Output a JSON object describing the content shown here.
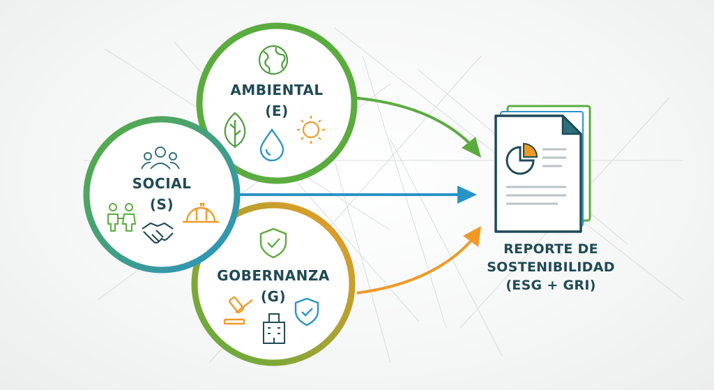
{
  "nodes": {
    "ambiental": {
      "title": "AMBIENTAL",
      "code": "(E)",
      "color": "#5aac3e"
    },
    "social": {
      "title": "SOCIAL",
      "code": "(S)",
      "color": "#2a93c6"
    },
    "gobernanza": {
      "title": "GOBERNANZA",
      "code": "(G)",
      "color": "#ef9a26"
    }
  },
  "report": {
    "line1": "REPORTE DE",
    "line2": "SOSTENIBILIDAD",
    "line3": "(ESG + GRI)"
  },
  "colors": {
    "text": "#1f4a56",
    "green": "#5aac3e",
    "blue": "#2a93c6",
    "orange": "#ef9a26",
    "icon_teal": "#2f6f7c"
  },
  "icons": {
    "ambiental": [
      "globe-icon",
      "leaf-icon",
      "water-drop-icon",
      "sun-icon"
    ],
    "social": [
      "people-group-icon",
      "family-icon",
      "handshake-icon",
      "hard-hat-icon"
    ],
    "gobernanza": [
      "shield-check-icon",
      "gavel-icon",
      "building-icon",
      "shield-badge-icon"
    ],
    "report": [
      "document-report-icon",
      "pie-chart-icon"
    ]
  }
}
